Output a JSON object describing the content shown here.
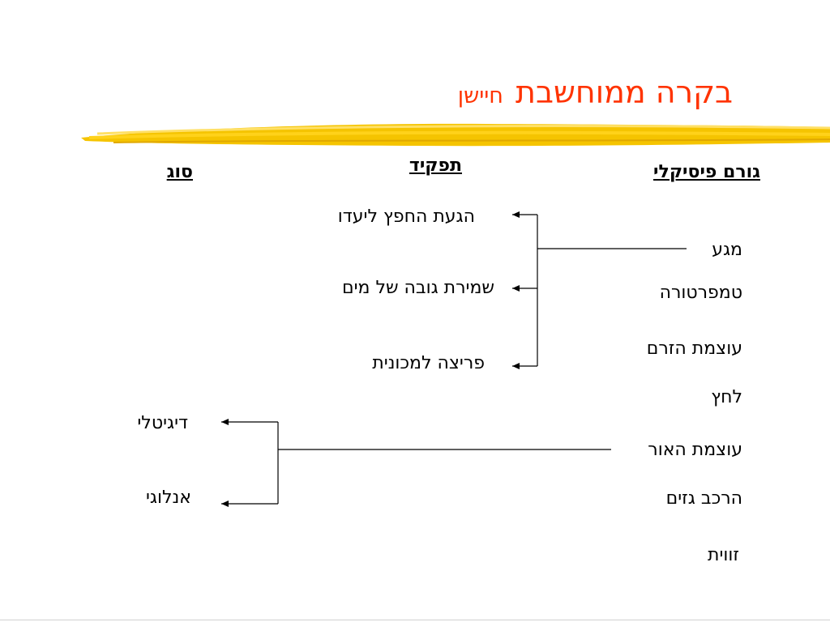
{
  "slide": {
    "title": "בקרה ממוחשבת",
    "subtitle": "חיישן",
    "colors": {
      "title": "#ff3300",
      "brush": "#f5c400"
    }
  },
  "headers": {
    "physical_factor": "גורם פיסיקלי",
    "role": "תפקיד",
    "type": "סוג"
  },
  "physical_factors": [
    "מגע",
    "טמפרטורה",
    "עוצמת הזרם",
    "לחץ",
    "עוצמת האור",
    "הרכב גזים",
    "זווית"
  ],
  "roles": [
    "הגעת החפץ ליעדו",
    "שמירת גובה של מים",
    "פריצה למכונית"
  ],
  "types": [
    "דיגיטלי",
    "אנלוגי"
  ]
}
